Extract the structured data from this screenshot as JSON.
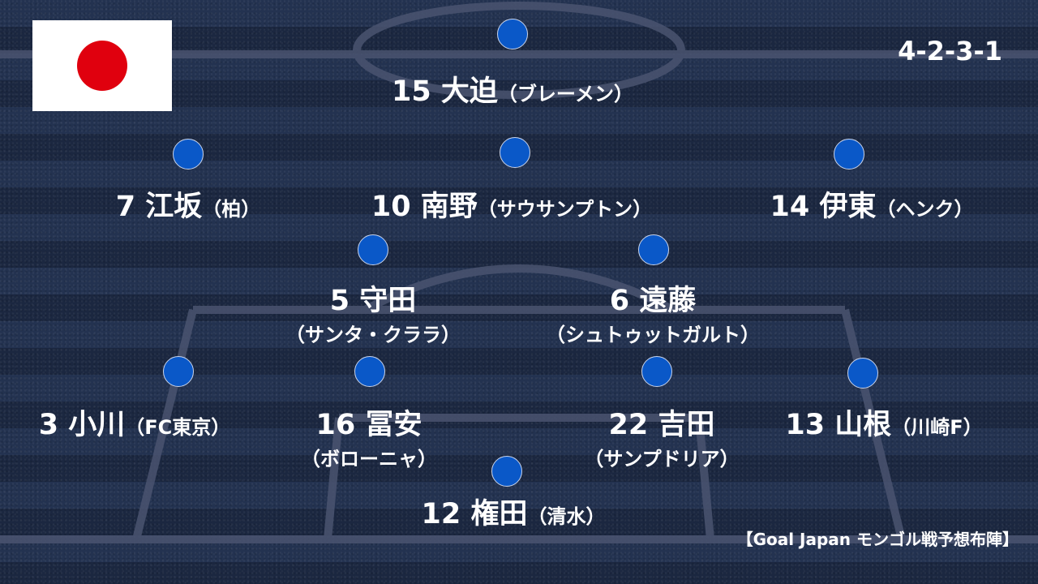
{
  "flag": {
    "country": "Japan",
    "icon": "japan-flag-icon",
    "colors": {
      "field": "#ffffff",
      "disc": "#e0000e"
    }
  },
  "formation": "4-2-3-1",
  "colors": {
    "player_dot": "#0a58c8",
    "pitch_dark": "#1b2740",
    "pitch_light": "#233250"
  },
  "players": {
    "fw": {
      "name": "15 大迫",
      "club": "（ブレーメン）"
    },
    "lw": {
      "name": "7 江坂",
      "club": "（柏）"
    },
    "cam": {
      "name": "10 南野",
      "club": "（サウサンプトン）"
    },
    "rw": {
      "name": "14 伊東",
      "club": "（ヘンク）"
    },
    "dm_left": {
      "name": "5 守田",
      "club": "（サンタ・クララ）"
    },
    "dm_right": {
      "name": "6 遠藤",
      "club": "（シュトゥットガルト）"
    },
    "lb": {
      "name": "3 小川",
      "club": "（FC東京）"
    },
    "cb_left": {
      "name": "16 冨安",
      "club": "（ボローニャ）"
    },
    "cb_right": {
      "name": "22 吉田",
      "club": "（サンプドリア）"
    },
    "rb": {
      "name": "13 山根",
      "club": "（川崎F）"
    },
    "gk": {
      "name": "12 権田",
      "club": "（清水）"
    }
  },
  "credit": "【Goal Japan モンゴル戦予想布陣】"
}
